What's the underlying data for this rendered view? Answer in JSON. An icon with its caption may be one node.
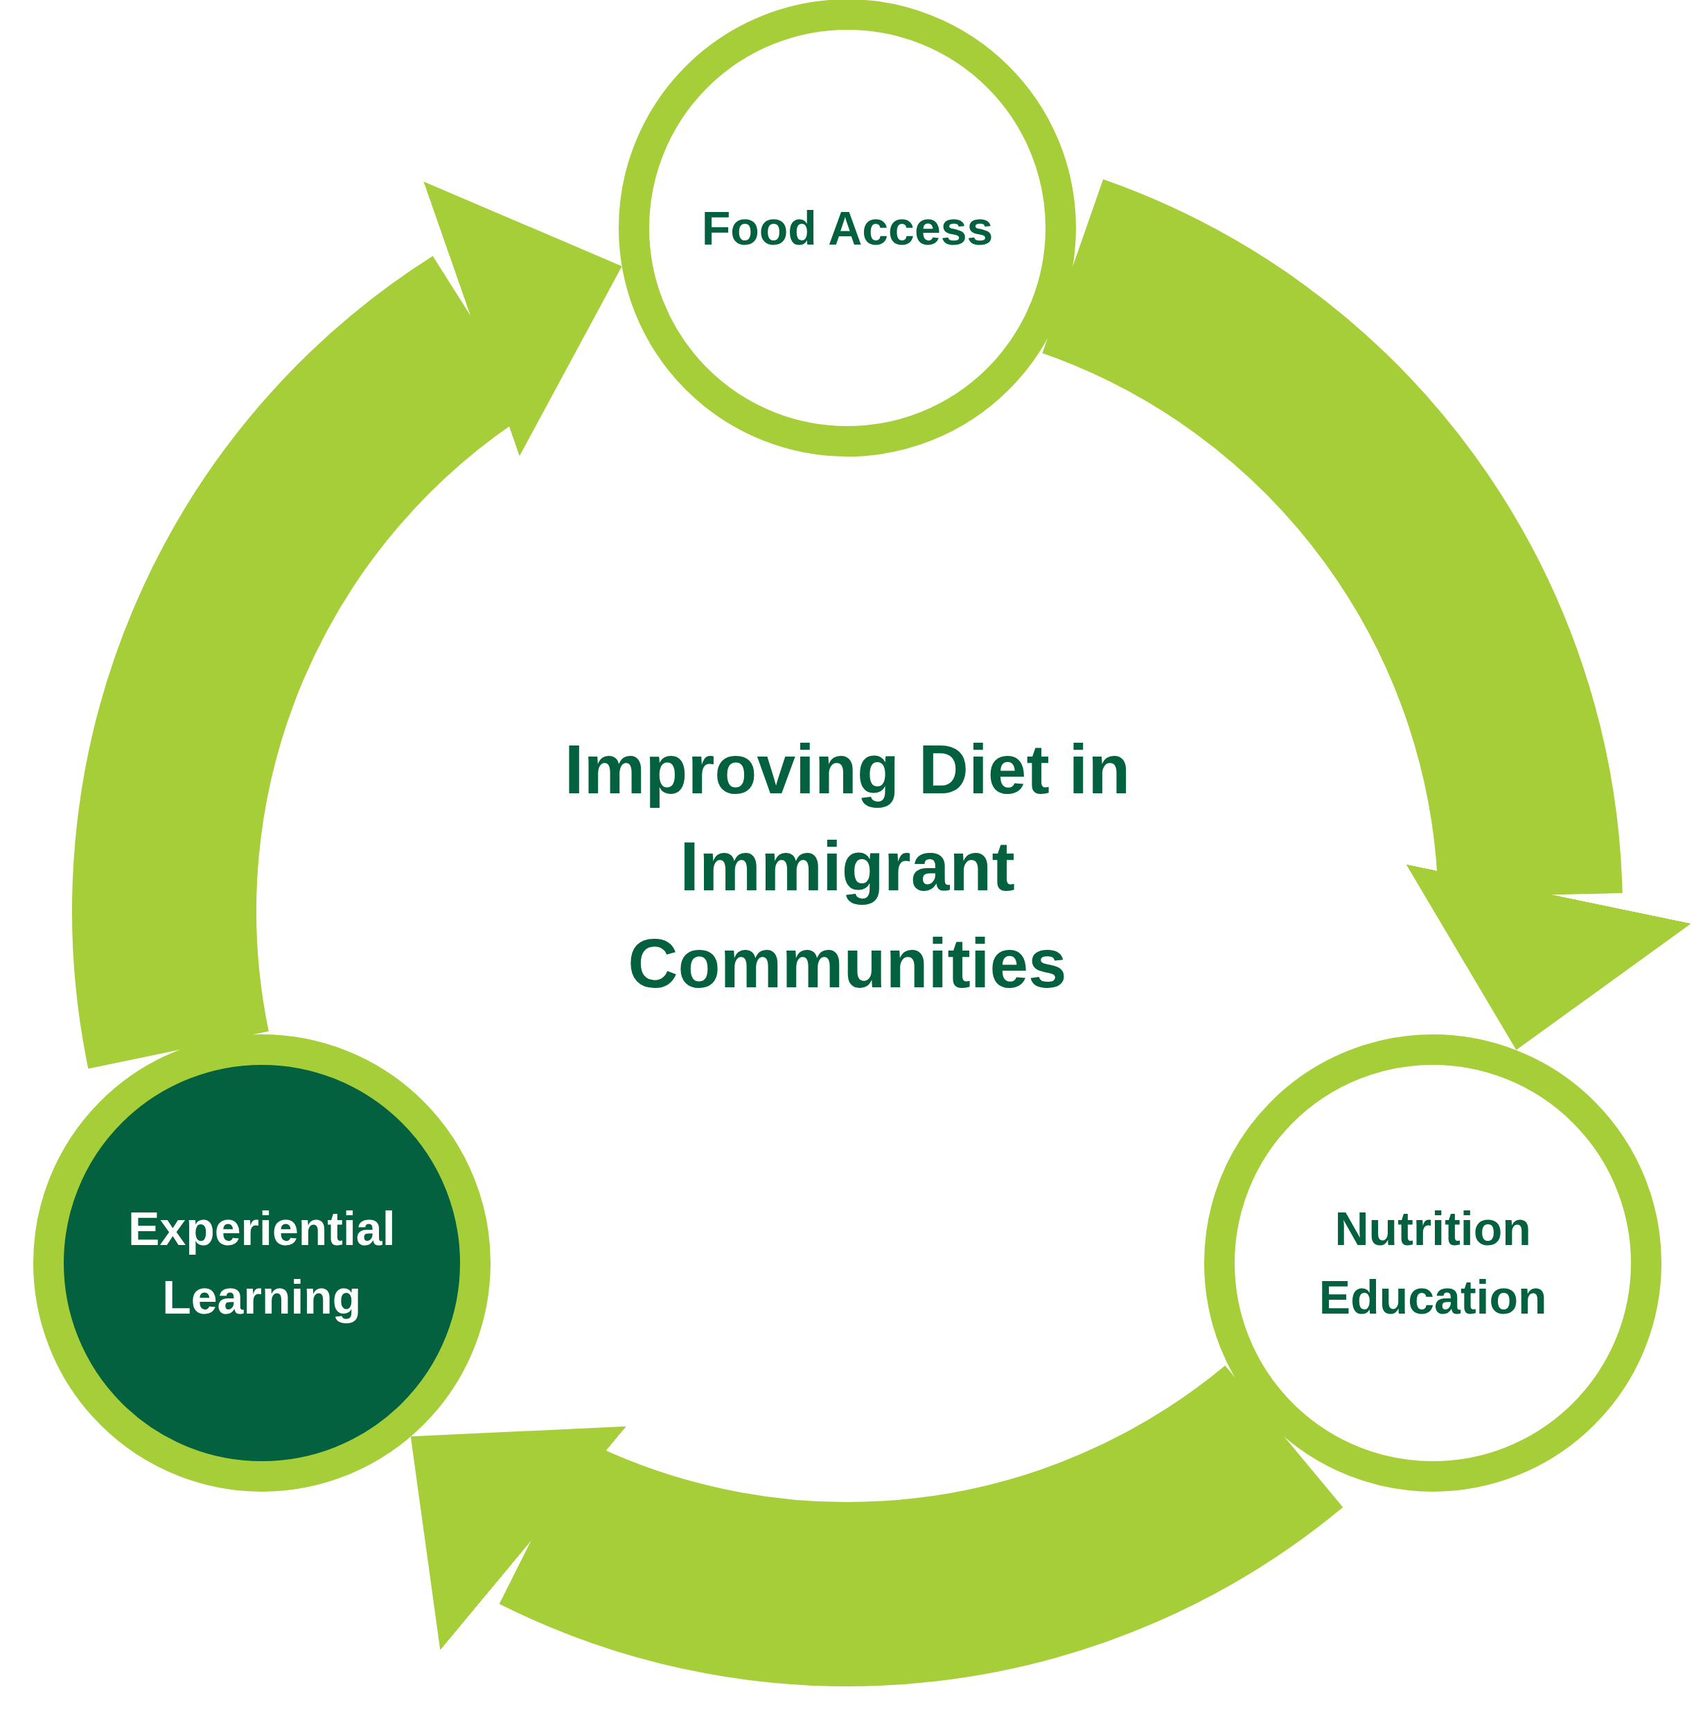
{
  "diagram": {
    "title": "Improving Diet in Immigrant Communities",
    "nodes": [
      {
        "text": [
          "Food Access"
        ]
      },
      {
        "text": [
          "Nutrition Education"
        ]
      },
      {
        "text": [
          "Experiential Learning"
        ]
      }
    ],
    "edges": [
      {
        "from": 0,
        "to": 1,
        "arrow": "to"
      },
      {
        "from": 1,
        "to": 2,
        "arrow": "to"
      },
      {
        "from": 2,
        "to": 0,
        "arrow": "to"
      }
    ]
  }
}
